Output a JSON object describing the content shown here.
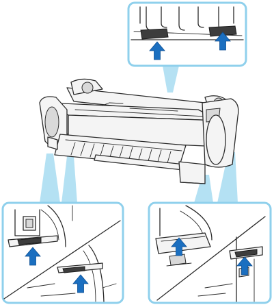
{
  "colors": {
    "callout_border": "#8fd0ec",
    "beam": "#a8dcf1",
    "arrow": "#1b6fc0",
    "line": "#2a2a2a"
  },
  "icons": [
    "up-arrow-icon"
  ],
  "callouts": [
    {
      "id": "top",
      "arrows": 2
    },
    {
      "id": "bottom-left",
      "arrows": 2
    },
    {
      "id": "bottom-right",
      "arrows": 2
    }
  ]
}
